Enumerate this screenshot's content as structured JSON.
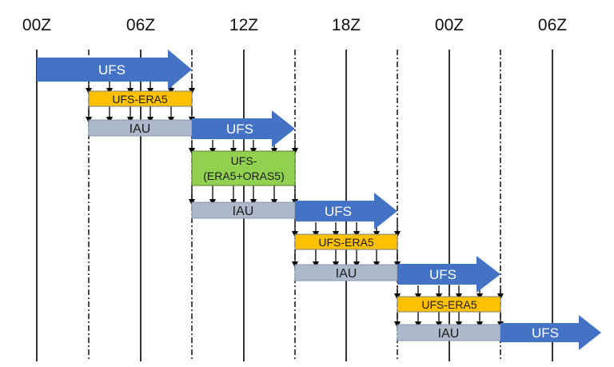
{
  "headers": [
    "00Z",
    "06Z",
    "12Z",
    "18Z",
    "00Z",
    "06Z"
  ],
  "labels": {
    "ufs": "UFS",
    "iau": "IAU",
    "era5": "UFS-ERA5",
    "coupled_line1": "UFS-",
    "coupled_line2": "(ERA5+ORAS5)"
  },
  "colors": {
    "ufs": "#4472c4",
    "era5": "#ffc000",
    "coupled": "#92d050",
    "iau": "#adb9ca",
    "arrow": "#000000",
    "line": "#000000"
  }
}
